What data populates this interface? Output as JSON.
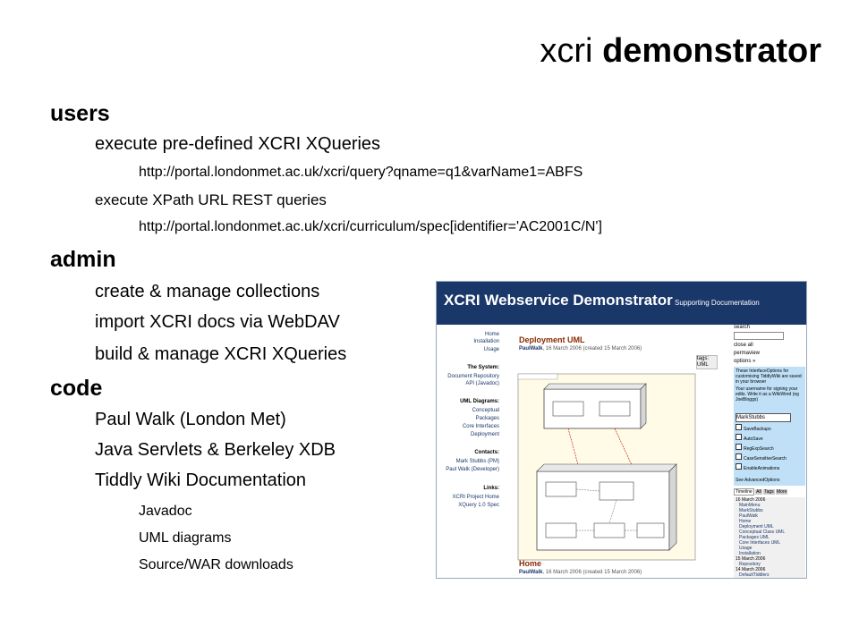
{
  "slide": {
    "title_light": "xcri",
    "title_bold": "demonstrator",
    "sections": {
      "users": {
        "heading": "users",
        "item1": "execute pre-defined XCRI XQueries",
        "item1_url": "http://portal.londonmet.ac.uk/xcri/query?qname=q1&varName1=ABFS",
        "item2": "execute XPath URL REST queries",
        "item2_url": "http://portal.londonmet.ac.uk/xcri/curriculum/spec[identifier='AC2001C/N']"
      },
      "admin": {
        "heading": "admin",
        "items": [
          "create & manage collections",
          "import XCRI docs via WebDAV",
          "build & manage XCRI XQueries"
        ]
      },
      "code": {
        "heading": "code",
        "items": [
          "Paul Walk (London Met)",
          "Java Servlets & Berkeley XDB",
          "Tiddly Wiki Documentation"
        ],
        "subitems": [
          "Javadoc",
          "UML diagrams",
          "Source/WAR downloads"
        ]
      }
    }
  },
  "screenshot": {
    "banner_title": "XCRI Webservice Demonstrator",
    "banner_sub": "Supporting Documentation",
    "menu": {
      "home": "Home",
      "installation": "Installation",
      "usage": "Usage",
      "system_h": "The System:",
      "doc_repo": "Document Repository",
      "api": "API (Javadoc)",
      "uml_h": "UML Diagrams:",
      "conceptual": "Conceptual",
      "packages": "Packages",
      "core": "Core Interfaces",
      "deployment": "Deployment",
      "contacts_h": "Contacts:",
      "mark": "Mark Stubbs (PM)",
      "paul": "Paul Walk (Developer)",
      "links_h": "Links:",
      "xcri_home": "XCRI Project Home",
      "xquery": "XQuery 1.0 Spec"
    },
    "tiddler1": {
      "title": "Deployment UML",
      "author": "PaulWalk",
      "date": ", 16 March 2006 (created 15 March 2006)",
      "tags": "tags: UML"
    },
    "tiddler2": {
      "title": "Home",
      "author": "PaulWalk",
      "date": ", 16 March 2006 (created 15 March 2006)"
    },
    "side": {
      "search": "search",
      "close_all": "close all",
      "permaview": "permaview",
      "options": "options »",
      "opt_text": "These InterfaceOptions for customising TiddlyWiki are saved in your browser",
      "user_text": "Your username for signing your edits. Write it as a WikiWord (eg JoeBloggs)",
      "username": "MarkStubbs",
      "checks": [
        "SaveBackups",
        "AutoSave",
        "RegExpSearch",
        "CaseSensitiveSearch",
        "EnableAnimations"
      ],
      "see": "See AdvancedOptions",
      "tabs": [
        "Timeline",
        "All",
        "Tags",
        "More"
      ],
      "timeline": [
        "16 March 2006",
        "MainMenu",
        "MarkStubbs",
        "PaulWalk",
        "Home",
        "Deployment UML",
        "Conceptual Class UML",
        "Packages UML",
        "Core Interfaces UML",
        "Usage",
        "Installation",
        "15 March 2006",
        "Repository",
        "14 March 2006",
        "DefaultTiddlers"
      ]
    }
  }
}
